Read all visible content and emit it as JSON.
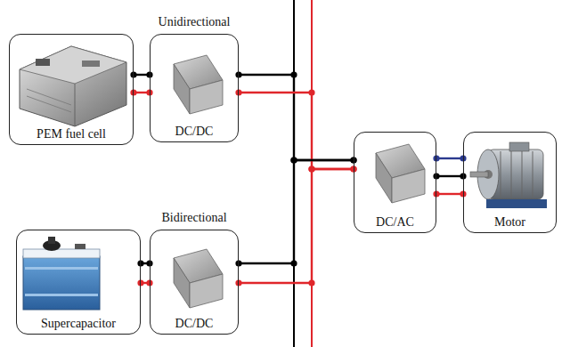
{
  "diagram": {
    "nodes": [
      {
        "text": [
          "PEM fuel cell"
        ]
      },
      {
        "text": [
          "Unidirectional",
          "DC/DC"
        ]
      },
      {
        "text": [
          "Supercapacitor"
        ]
      },
      {
        "text": [
          "Bidirectional",
          "DC/DC"
        ]
      },
      {
        "text": [
          "DC/AC"
        ]
      },
      {
        "text": [
          "Motor"
        ]
      }
    ],
    "edges": [
      {
        "from": 0,
        "to": 1,
        "arrow": "none"
      },
      {
        "from": 2,
        "to": 3,
        "arrow": "none"
      },
      {
        "from": 1,
        "to": 4,
        "arrow": "none"
      },
      {
        "from": 3,
        "to": 4,
        "arrow": "none"
      },
      {
        "from": 4,
        "to": 5,
        "arrow": "none"
      }
    ]
  }
}
